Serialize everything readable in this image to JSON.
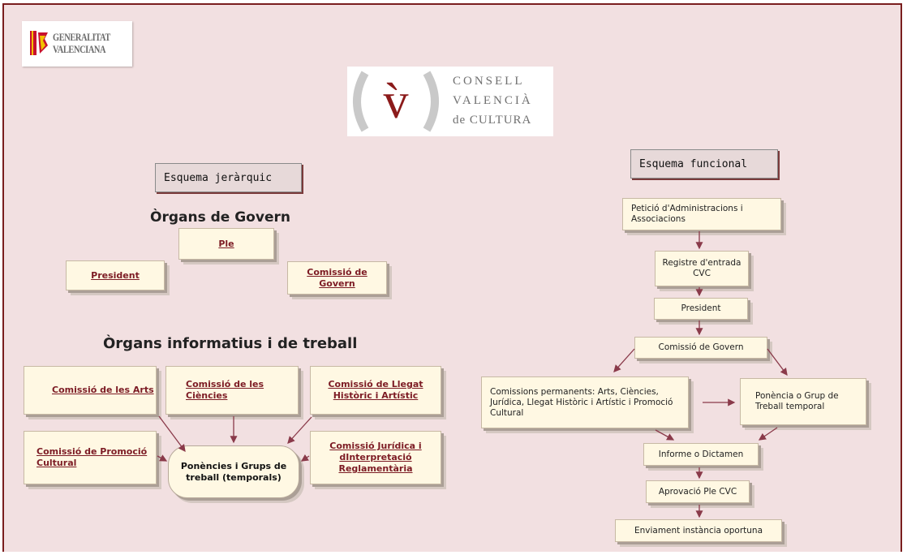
{
  "logos": {
    "generalitat": {
      "line1": "GENERALITAT",
      "line2": "VALENCIANA"
    },
    "consell": {
      "mark": "v̀",
      "line1": "CONSELL",
      "line2": "VALENCIÀ",
      "line3": "de CULTURA"
    }
  },
  "hierarchical": {
    "label": "Esquema jeràrquic",
    "govern_heading": "Òrgans de Govern",
    "ple": "Ple",
    "president": "President",
    "comissio_govern": "Comissió de Govern",
    "informatius_heading": "Òrgans informatius i de treball",
    "arts": "Comissió de les Arts",
    "ciencies": "Comissió de les Ciències",
    "llegat": "Comissió de Llegat Històric i Artístic",
    "promocio": "Comissió de Promoció Cultural",
    "juridica": "Comissió Jurídica i dInterpretació Reglamentària",
    "ponencies": "Ponències i Grups de treball (temporals)"
  },
  "functional": {
    "label": "Esquema funcional",
    "peticio": "Petició d'Administracions i Associacions",
    "registre": "Registre d'entrada CVC",
    "president": "President",
    "comissio_govern": "Comissió de Govern",
    "comissions_permanents": "Comissions permanents: Arts, Ciències, Jurídica, Llegat Històric i Artístic i Promoció Cultural",
    "ponencia": "Ponència o Grup de Treball temporal",
    "informe": "Informe o Dictamen",
    "aprovacio": "Aprovació Ple CVC",
    "enviament": "Enviament instància oportuna"
  },
  "colors": {
    "background": "#f2e0e1",
    "border": "#7a1e1e",
    "box": "#fff8e3",
    "link": "#7c1b24",
    "arrow": "#8a3a4a"
  }
}
